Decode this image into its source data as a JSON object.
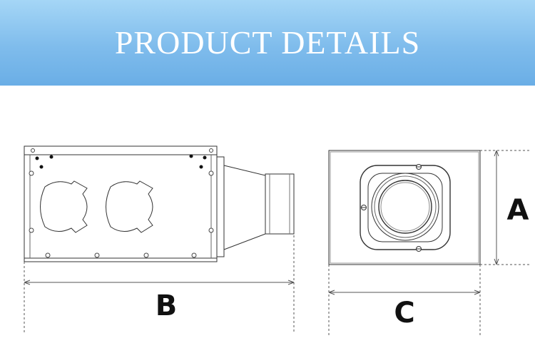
{
  "header": {
    "title": "PRODUCT DETAILS"
  },
  "dimensions": {
    "height_label": "A",
    "length_label": "B",
    "width_label": "C"
  }
}
